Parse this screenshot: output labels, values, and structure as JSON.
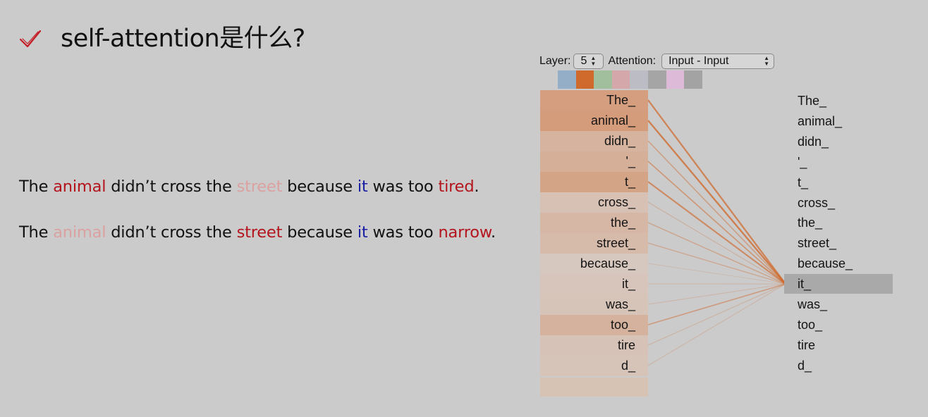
{
  "title": "self-attention是什么?",
  "title_icon": "check-icon",
  "sentences": [
    [
      {
        "text": "The ",
        "style": "normal"
      },
      {
        "text": "animal",
        "style": "strong"
      },
      {
        "text": " didn’t cross the ",
        "style": "normal"
      },
      {
        "text": "street",
        "style": "faded"
      },
      {
        "text": " because ",
        "style": "normal"
      },
      {
        "text": "it",
        "style": "it"
      },
      {
        "text": " was too ",
        "style": "normal"
      },
      {
        "text": "tired",
        "style": "strong"
      },
      {
        "text": ".",
        "style": "normal"
      }
    ],
    [
      {
        "text": "The ",
        "style": "normal"
      },
      {
        "text": "animal",
        "style": "faded"
      },
      {
        "text": " didn’t cross the ",
        "style": "normal"
      },
      {
        "text": "street",
        "style": "strong"
      },
      {
        "text": " because ",
        "style": "normal"
      },
      {
        "text": "it",
        "style": "it"
      },
      {
        "text": " was too ",
        "style": "normal"
      },
      {
        "text": "narrow",
        "style": "strong"
      },
      {
        "text": ".",
        "style": "normal"
      }
    ]
  ],
  "visualizer": {
    "layer_label": "Layer:",
    "layer_value": "5",
    "attention_label": "Attention:",
    "attention_value": "Input - Input",
    "head_colors": [
      "#93aec6",
      "#d0692c",
      "#a2bf9d",
      "#d4a8aa",
      "#bcbcc4",
      "#a5a5a5",
      "#ddbbd8",
      "#a3a3a3"
    ],
    "selected_head": 1,
    "selected_token": 9,
    "tokens": [
      "The_",
      "animal_",
      "didn_",
      "'_",
      "t_",
      "cross_",
      "the_",
      "street_",
      "because_",
      "it_",
      "was_",
      "too_",
      "tire",
      "d_"
    ],
    "attention_weights": [
      0.8,
      0.85,
      0.42,
      0.5,
      0.7,
      0.18,
      0.35,
      0.3,
      0.05,
      0.1,
      0.12,
      0.45,
      0.15,
      0.12
    ]
  }
}
